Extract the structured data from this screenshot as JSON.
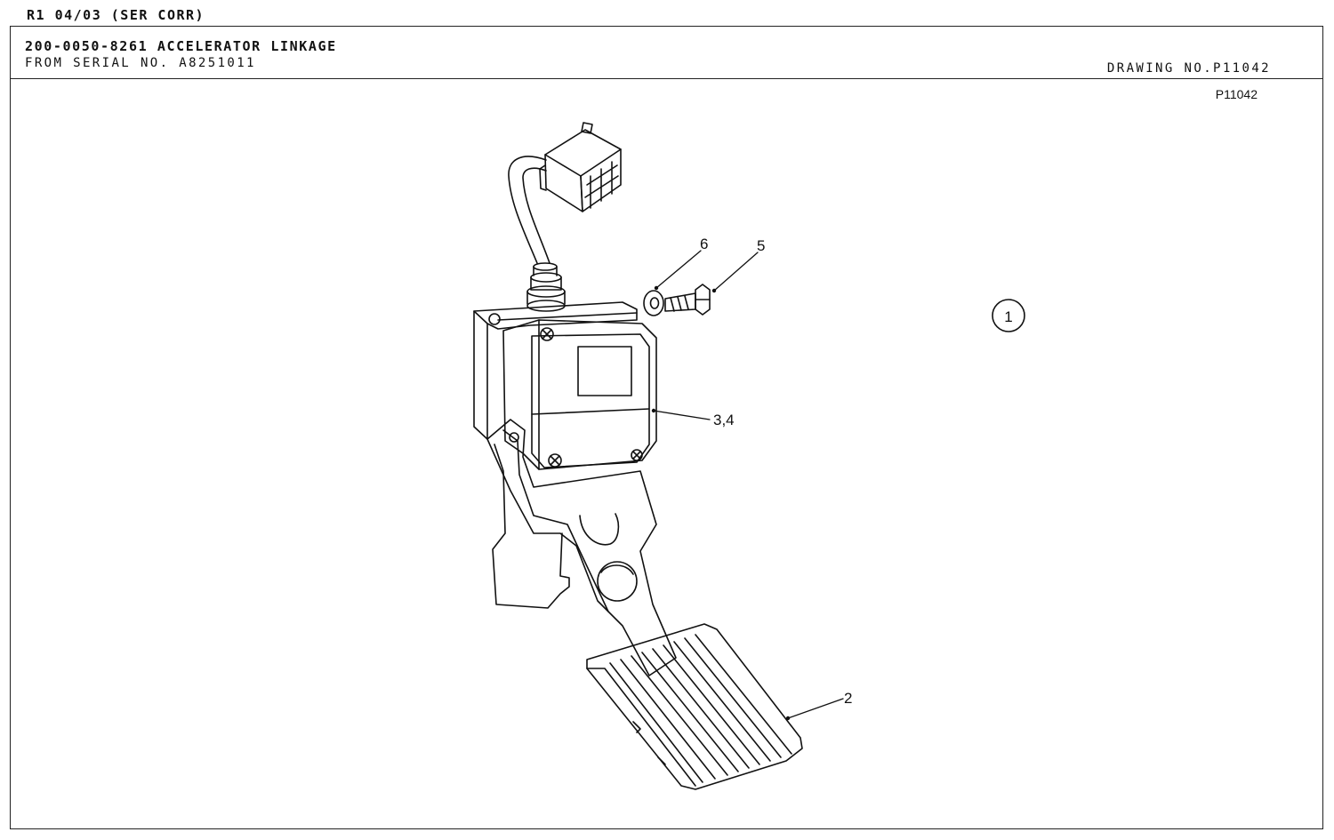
{
  "revision": "R1 04/03 (SER CORR)",
  "header": {
    "title": "200-0050-8261 ACCELERATOR LINKAGE",
    "serial": "FROM SERIAL NO. A8251011",
    "drawing_no": "DRAWING NO.P11042"
  },
  "drawing": {
    "code": "P11042",
    "assembly_callout": "1",
    "callouts": {
      "washer": "6",
      "bolt": "5",
      "sensor": "3,4",
      "pedal": "2"
    }
  }
}
